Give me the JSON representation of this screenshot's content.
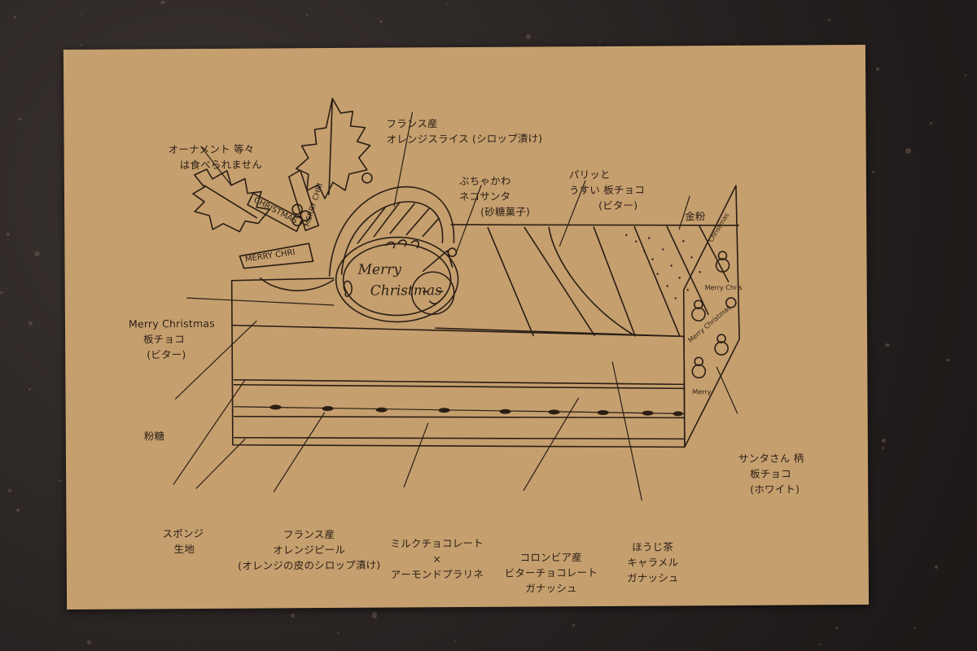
{
  "background": {
    "table_color": "#262120",
    "card_color": "#c59f6e",
    "ink_color": "#2a1e15"
  },
  "labels": {
    "ornament": [
      "オーナメント 等々",
      "は食べられません"
    ],
    "orange_slice": [
      "フランス産",
      "オレンジスライス (シロップ漬け)"
    ],
    "neko_santa": [
      "ぶちゃかわ",
      "ネコサンタ",
      "(砂糖菓子)"
    ],
    "thin_choco": [
      "パリッと",
      "うすい 板チョコ",
      "(ビター)"
    ],
    "gold_powder": [
      "金粉"
    ],
    "merry_christmas_plate": [
      "Merry Christmas",
      "板チョコ",
      "(ビター)"
    ],
    "powdered_sugar": [
      "粉糖"
    ],
    "santa_pattern_plate": [
      "サンタさん 柄",
      "板チョコ",
      "(ホワイト)"
    ],
    "sponge": [
      "スポンジ",
      "生地"
    ],
    "orange_peel": [
      "フランス産",
      "オレンジピール",
      "(オレンジの皮のシロップ漬け)"
    ],
    "milk_choco": [
      "ミルクチョコレート",
      "×",
      "アーモンドプラリネ"
    ],
    "colombia_choco": [
      "コロンビア産",
      "ビターチョコレート",
      "ガナッシュ"
    ],
    "hojicha": [
      "ほうじ茶",
      "キャラメル",
      "ガナッシュ"
    ]
  },
  "drawing_text": {
    "plate_line1": "Merry",
    "plate_line2": "Christmas",
    "ribbon1": "CHRISTMAS",
    "ribbon2": "MERRY CHRI",
    "ribbon3": "MERRY CHRI",
    "side1": "Christmas",
    "side2": "Merry Chris",
    "side3": "Merry Christmas",
    "side4": "Merry"
  }
}
